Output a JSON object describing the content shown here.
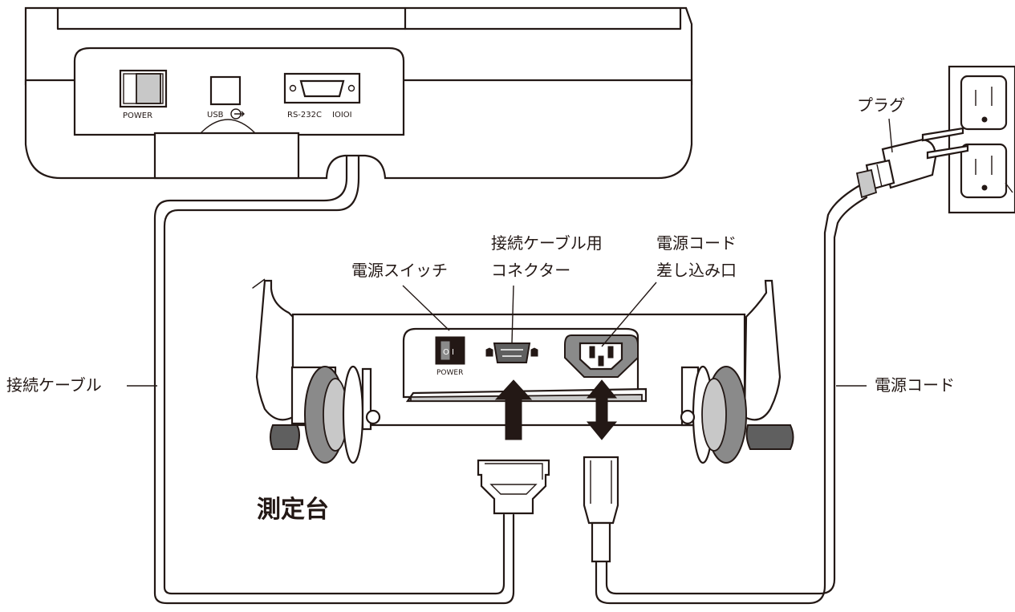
{
  "labels": {
    "power_switch": "電源スイッチ",
    "cable_connector_line1": "接続ケーブル用",
    "cable_connector_line2": "コネクター",
    "power_inlet_line1": "電源コード",
    "power_inlet_line2": "差し込み口",
    "plug": "プラグ",
    "connection_cable": "接続ケーブル",
    "power_cord": "電源コード",
    "stand": "測定台"
  },
  "unit_panel": {
    "power": "POWER",
    "usb": "USB",
    "rs232c": "RS-232C",
    "rs232c_symbol": "IOIOI"
  },
  "stand_panel": {
    "power": "POWER",
    "switch_text": "O I"
  }
}
